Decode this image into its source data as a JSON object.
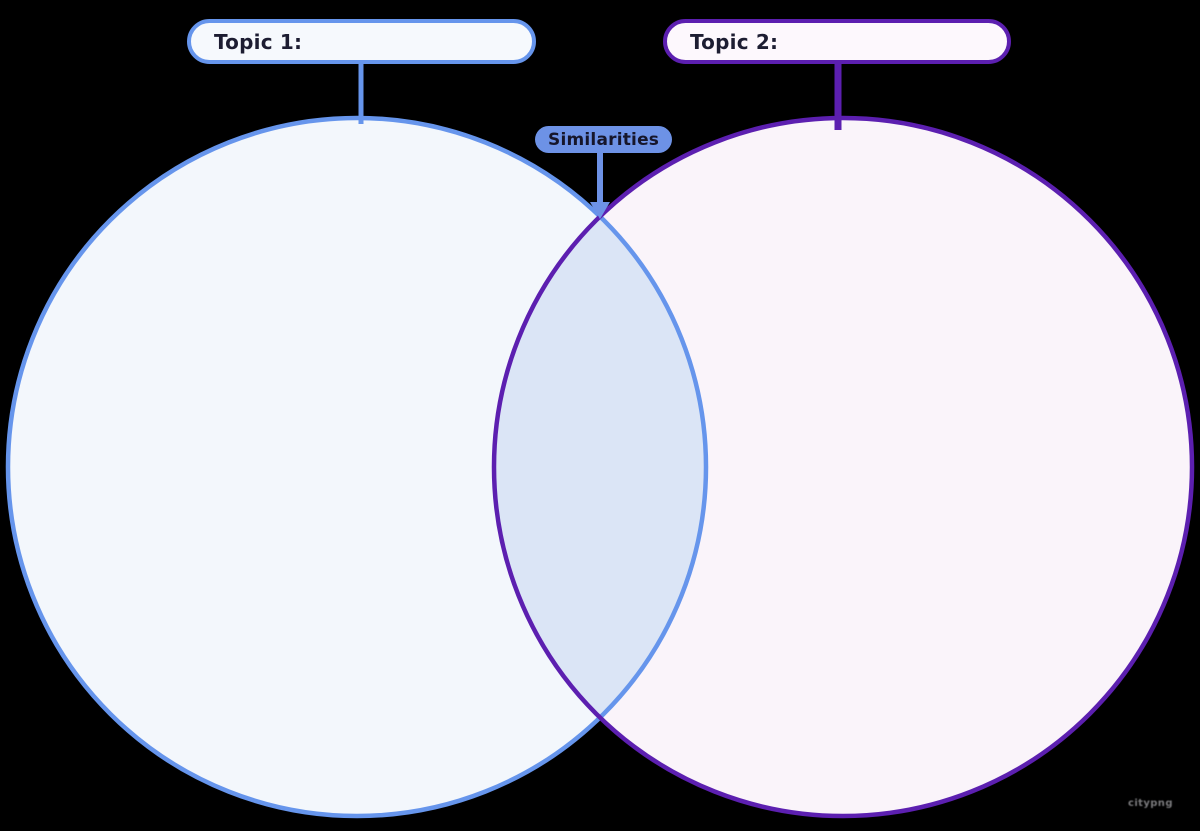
{
  "page": {
    "background": "#000000"
  },
  "diagram": {
    "type": "venn-diagram-template",
    "topic1": {
      "label": "Topic 1:",
      "border_color": "#6695ec",
      "pill_fill": "#f6f9fd",
      "circle_fill": "#f3f7fc"
    },
    "topic2": {
      "label": "Topic 2:",
      "border_color": "#5c1fb0",
      "pill_fill": "#fdf8fd",
      "circle_fill": "#faf4fa"
    },
    "overlap": {
      "label": "Similarities",
      "pill_fill": "#6d92e6",
      "region_fill": "#dbe5f6",
      "arrow_icon": "arrow-down",
      "text_color": "#16162b"
    },
    "text_color": "#1d1d32",
    "watermark": "citypng"
  }
}
